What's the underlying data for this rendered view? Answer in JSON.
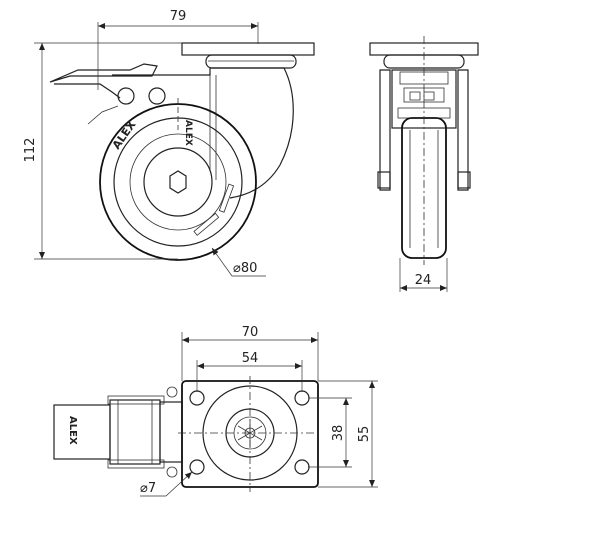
{
  "dimensions": {
    "side_width": "79",
    "side_height": "112",
    "wheel_diameter": "⌀80",
    "wheel_width": "24",
    "plate_width": "70",
    "hole_spacing_x": "54",
    "hole_spacing_y": "38",
    "plate_length": "55",
    "hole_diameter": "⌀7"
  },
  "brand": {
    "name": "ALEX"
  }
}
